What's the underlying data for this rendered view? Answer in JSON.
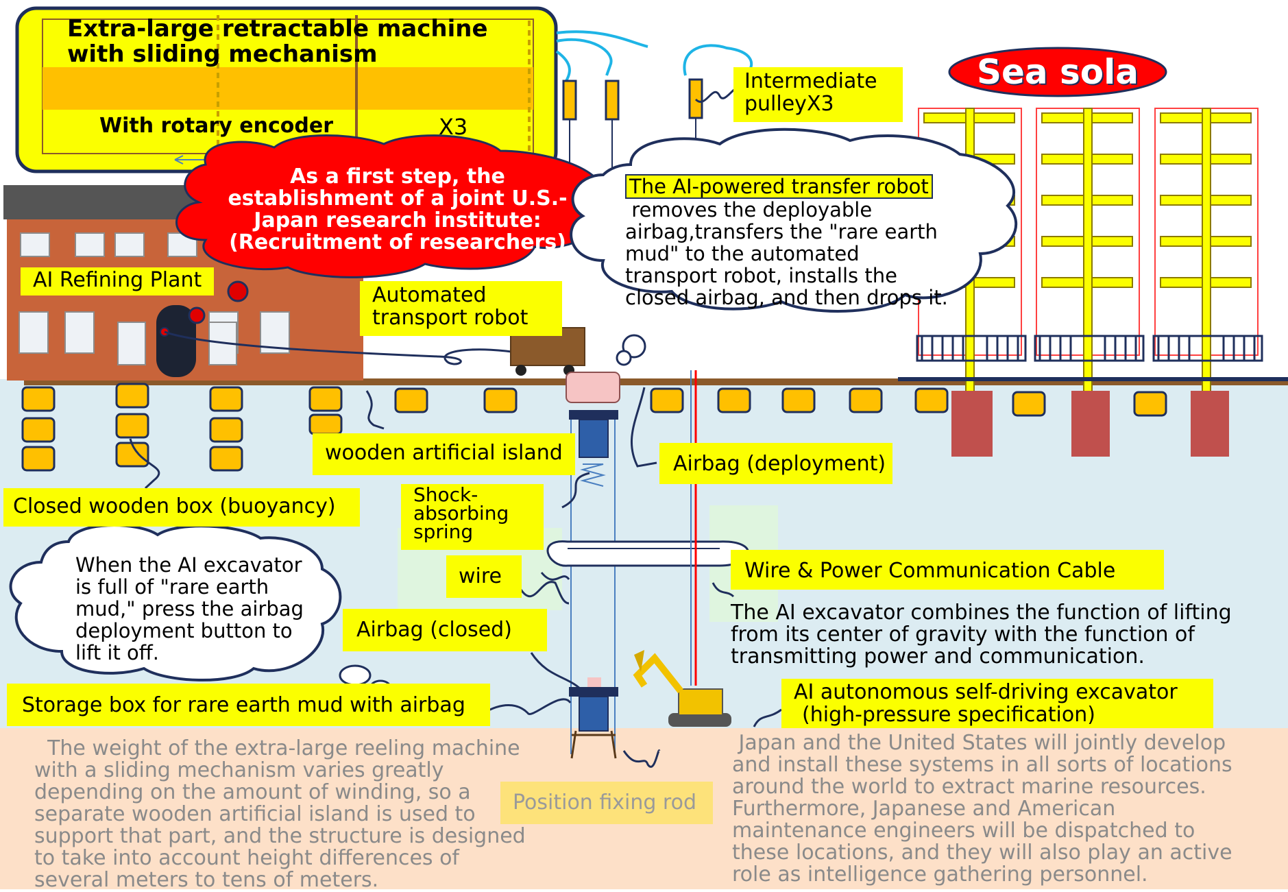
{
  "header": {
    "title_line1": "Extra-large retractable machine",
    "title_line2": "with sliding mechanism",
    "encoder": "With rotary encoder",
    "x3": "X3"
  },
  "labels": {
    "intermediate_pulley_line1": "Intermediate",
    "intermediate_pulley_line2": "pulleyX3",
    "sea_sola": "Sea sola",
    "first_step_line1": "As a first step, the",
    "first_step_line2": "establishment of a joint U.S.-",
    "first_step_line3": "Japan research institute:",
    "first_step_line4": "(Recruitment of researchers)",
    "transfer_robot_title": "The AI-powered transfer robot",
    "transfer_robot_line1": " removes the deployable",
    "transfer_robot_line2": "airbag,transfers the \"rare earth",
    "transfer_robot_line3": "mud\" to the automated",
    "transfer_robot_line4": "transport robot, installs the",
    "transfer_robot_line5": "closed airbag, and then drops it.",
    "refining_plant": "AI Refining Plant",
    "transport_robot_line1": "Automated",
    "transport_robot_line2": "transport robot",
    "wooden_island": "wooden artificial island",
    "airbag_deployment": "Airbag (deployment)",
    "closed_box": "Closed wooden box (buoyancy)",
    "spring_line1": "Shock-",
    "spring_line2": "absorbing",
    "spring_line3": "spring",
    "wire": "wire",
    "cable": "Wire & Power Communication Cable",
    "excavator_full_line1": "When the AI excavator",
    "excavator_full_line2": "is full of \"rare earth",
    "excavator_full_line3": "mud,\" press the airbag",
    "excavator_full_line4": "deployment button to",
    "excavator_full_line5": "lift it off.",
    "airbag_closed": "Airbag (closed)",
    "combines_line1": "The AI excavator combines the function of lifting",
    "combines_line2": "from its center of gravity with the function of",
    "combines_line3": "transmitting power and communication.",
    "storage_box": "Storage box for rare earth mud with airbag",
    "excavator_line1": "AI autonomous self-driving excavator",
    "excavator_line2": "(high-pressure specification)",
    "position_rod": "Position fixing rod"
  },
  "footer": {
    "left_line1": "  The weight of the extra-large reeling machine",
    "left_line2": "with a sliding mechanism varies greatly",
    "left_line3": "depending on the amount of winding, so a",
    "left_line4": "separate wooden artificial island is used to",
    "left_line5": "support that part, and the structure is designed",
    "left_line6": "to take into account height differences of",
    "left_line7": "several meters to tens of meters.",
    "right_line1": " Japan and the United States will jointly develop",
    "right_line2": "and install these systems in all sorts of locations",
    "right_line3": "around the world to extract marine resources.",
    "right_line4": "Furthermore, Japanese and American",
    "right_line5": "maintenance engineers will be dispatched to",
    "right_line6": "these locations, and they will also play an active",
    "right_line7": "role as intelligence gathering personnel."
  },
  "colors": {
    "sea": "#dcecf2",
    "label_yellow": "#fbff00",
    "float_orange": "#ffc000",
    "brick": "#c8643a",
    "deck_brown": "#8b5a2b",
    "footer_peach": "#fde0c8",
    "cloud_red": "#ff0000"
  }
}
